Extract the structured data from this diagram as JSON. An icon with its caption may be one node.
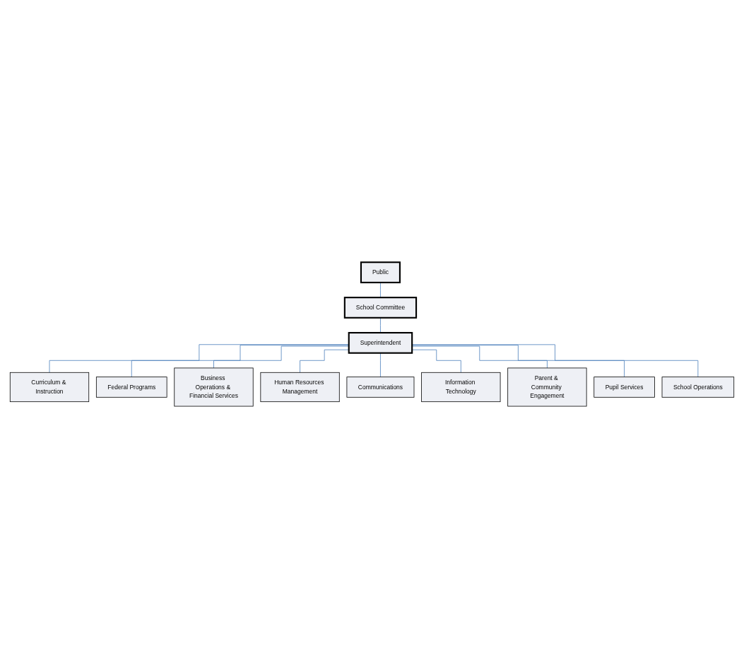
{
  "diagram": {
    "nodes": [
      {
        "text": [
          "Public"
        ]
      },
      {
        "text": [
          "School Committee"
        ]
      },
      {
        "text": [
          "Superintendent"
        ]
      },
      {
        "text": [
          "Curriculum & Instruction"
        ]
      },
      {
        "text": [
          "Federal Programs"
        ]
      },
      {
        "text": [
          "Business Operations & Financial Services"
        ]
      },
      {
        "text": [
          "Human Resources Management"
        ]
      },
      {
        "text": [
          "Communications"
        ]
      },
      {
        "text": [
          "Information Technology"
        ]
      },
      {
        "text": [
          "Parent & Community Engagement"
        ]
      },
      {
        "text": [
          "Pupil Services"
        ]
      },
      {
        "text": [
          "School Operations"
        ]
      }
    ],
    "edges": [
      {
        "from": 0,
        "to": 1,
        "arrow": "none"
      },
      {
        "from": 1,
        "to": 2,
        "arrow": "none"
      },
      {
        "from": 2,
        "to": 3,
        "arrow": "none"
      },
      {
        "from": 2,
        "to": 4,
        "arrow": "none"
      },
      {
        "from": 2,
        "to": 5,
        "arrow": "none"
      },
      {
        "from": 2,
        "to": 6,
        "arrow": "none"
      },
      {
        "from": 2,
        "to": 7,
        "arrow": "none"
      },
      {
        "from": 2,
        "to": 8,
        "arrow": "none"
      },
      {
        "from": 2,
        "to": 9,
        "arrow": "none"
      },
      {
        "from": 2,
        "to": 10,
        "arrow": "none"
      },
      {
        "from": 2,
        "to": 11,
        "arrow": "none"
      }
    ]
  }
}
